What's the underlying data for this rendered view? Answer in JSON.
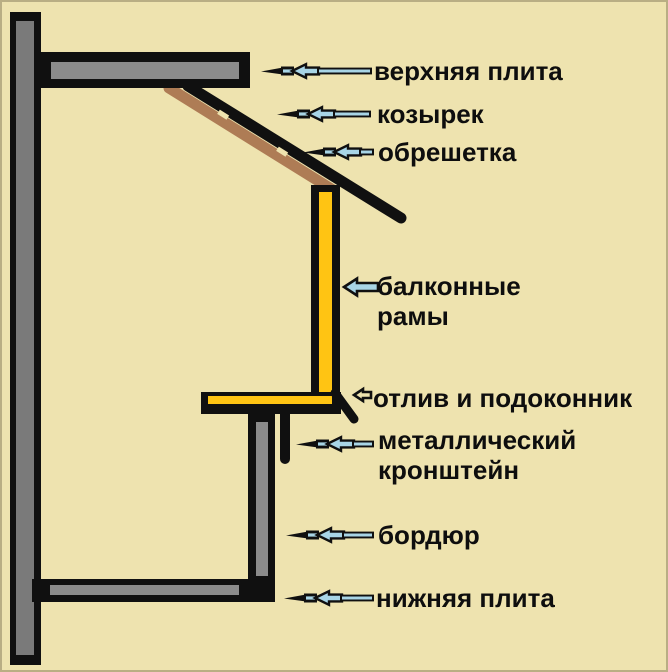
{
  "diagram": {
    "name": "balcony-glazing-scheme",
    "background_color": "#EEE3AF",
    "outline_color": "#101010",
    "wall_gray": "#7a7a7a",
    "plate_gray": "#8b8b8b",
    "frame_yellow": "#FFC413",
    "lathing_brown": "#AE7C55",
    "arrow_blue": "#A8D5E6"
  },
  "labels": [
    {
      "id": "upper-plate",
      "text": "верхняя плита",
      "arrow_icon": "long-left-arrow-icon"
    },
    {
      "id": "canopy",
      "text": "козырек",
      "arrow_icon": "long-left-arrow-icon"
    },
    {
      "id": "lathing",
      "text": "обрешетка",
      "arrow_icon": "long-left-arrow-icon"
    },
    {
      "id": "balcony-frames",
      "text": "балконные\nрамы",
      "arrow_icon": "block-left-arrow-icon"
    },
    {
      "id": "sill",
      "text": "отлив и подоконник",
      "arrow_icon": "hollow-left-arrow-icon"
    },
    {
      "id": "metal-bracket",
      "text": "металлический\nкронштейн",
      "arrow_icon": "long-left-arrow-icon"
    },
    {
      "id": "curb",
      "text": "бордюр",
      "arrow_icon": "long-left-arrow-icon"
    },
    {
      "id": "lower-plate",
      "text": "нижняя плита",
      "arrow_icon": "long-left-arrow-icon"
    }
  ]
}
